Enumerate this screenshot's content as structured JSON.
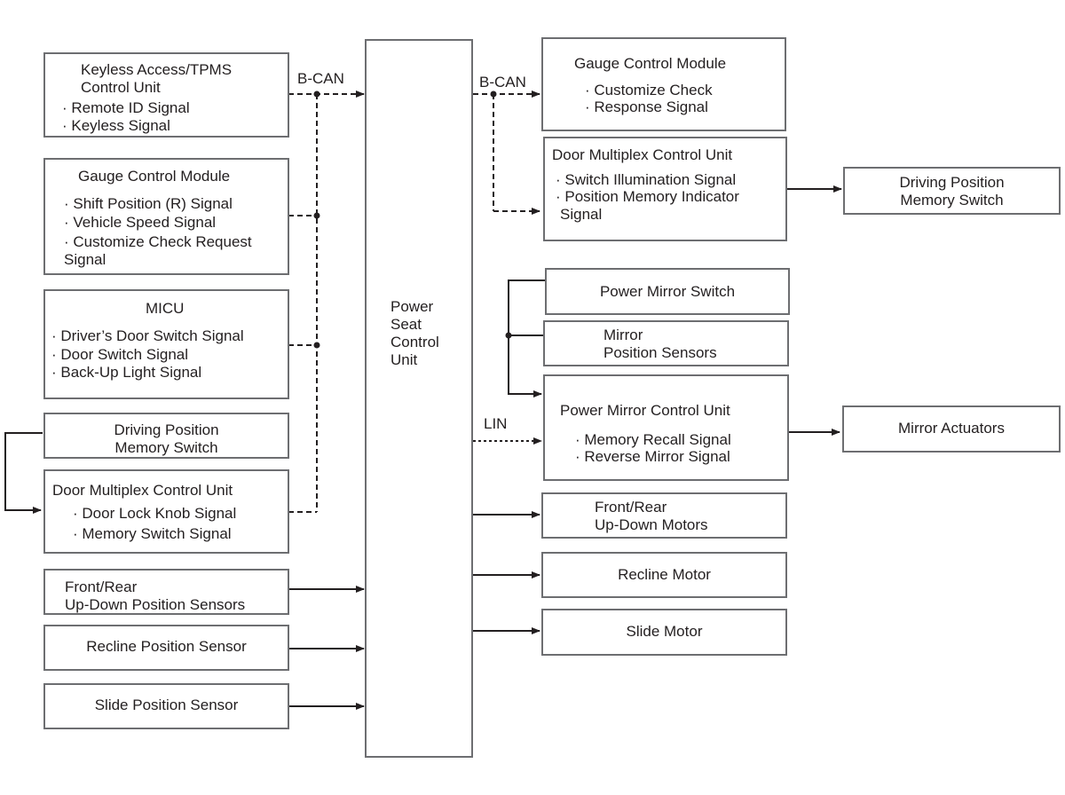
{
  "inputs": {
    "keyless": {
      "title": "Keyless Access/TPMS",
      "title2": "Control Unit",
      "s1": "· Remote ID Signal",
      "s2": "· Keyless Signal"
    },
    "gauge": {
      "title": "Gauge Control Module",
      "s1": "· Shift Position (R) Signal",
      "s2": "· Vehicle Speed Signal",
      "s3": "· Customize Check Request",
      "s3b": "Signal"
    },
    "micu": {
      "title": "MICU",
      "s1": "· Driver’s Door Switch Signal",
      "s2": "· Door Switch Signal",
      "s3": "· Back-Up Light Signal"
    },
    "dps": {
      "l1": "Driving Position",
      "l2": "Memory Switch"
    },
    "dmcu": {
      "title": "Door Multiplex Control Unit",
      "s1": "· Door Lock Knob Signal",
      "s2": "· Memory Switch Signal"
    },
    "updown_sensors": {
      "l1": "Front/Rear",
      "l2": "Up-Down Position Sensors"
    },
    "recline_sensor": "Recline Position Sensor",
    "slide_sensor": "Slide Position Sensor"
  },
  "center": {
    "l1": "Power",
    "l2": "Seat",
    "l3": "Control",
    "l4": "Unit"
  },
  "bus": {
    "bcan_left": "B-CAN",
    "bcan_right": "B-CAN",
    "lin": "LIN"
  },
  "outputs": {
    "gauge": {
      "title": "Gauge Control Module",
      "s1": "· Customize Check",
      "s2": "· Response Signal"
    },
    "dmcu": {
      "title": "Door Multiplex Control Unit",
      "s1": "· Switch Illumination Signal",
      "s2": "· Position Memory Indicator",
      "s2b": "Signal"
    },
    "dps": {
      "l1": "Driving Position",
      "l2": "Memory Switch"
    },
    "pm_switch": "Power Mirror Switch",
    "mirror_sensors": {
      "l1": "Mirror",
      "l2": "Position Sensors"
    },
    "pmcu": {
      "title": "Power Mirror Control Unit",
      "s1": "· Memory Recall Signal",
      "s2": "· Reverse Mirror Signal"
    },
    "mirror_actuators": "Mirror Actuators",
    "updown_motors": {
      "l1": "Front/Rear",
      "l2": "Up-Down Motors"
    },
    "recline_motor": "Recline Motor",
    "slide_motor": "Slide Motor"
  },
  "colors": {
    "line": "#231f20",
    "box_border": "#6d6e71"
  }
}
